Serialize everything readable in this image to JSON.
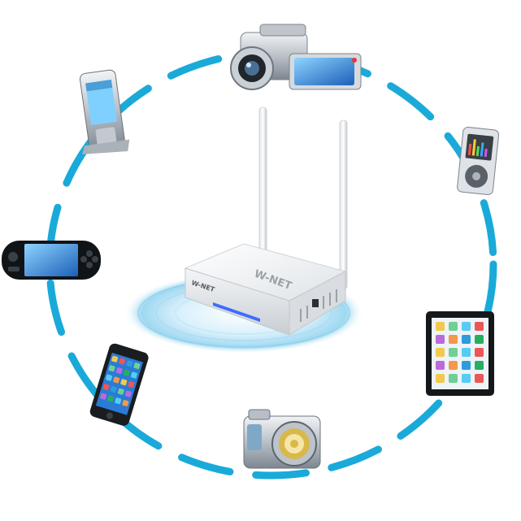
{
  "diagram": {
    "ring_color": "#1aaad9",
    "hub": {
      "device": "wireless-router",
      "brand_label": "W-NET",
      "body_color": "#e9ecef",
      "led_color": "#3b6cff",
      "wave_color": "#bfe6f7"
    },
    "devices": [
      {
        "icon": "camcorder-icon",
        "position": "top"
      },
      {
        "icon": "mp3-player-icon",
        "position": "upper-right"
      },
      {
        "icon": "tablet-icon",
        "position": "right"
      },
      {
        "icon": "digital-camera-icon",
        "position": "bottom"
      },
      {
        "icon": "smartphone-icon",
        "position": "lower-left"
      },
      {
        "icon": "handheld-game-console-icon",
        "position": "left"
      },
      {
        "icon": "mobile-phone-icon",
        "position": "upper-left"
      }
    ]
  }
}
